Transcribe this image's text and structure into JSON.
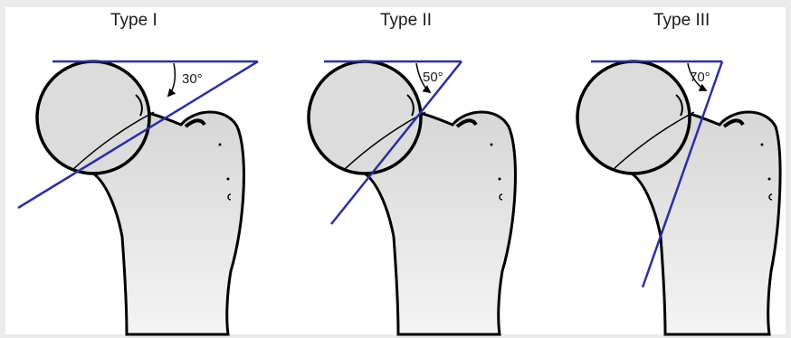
{
  "panels": [
    {
      "title": "Type I",
      "angle_label": "30°"
    },
    {
      "title": "Type II",
      "angle_label": "50°"
    },
    {
      "title": "Type III",
      "angle_label": "70°"
    }
  ],
  "colors": {
    "background": "#ebebeb",
    "bone_fill": "#dcdcdc",
    "outline": "#000000",
    "line": "#2b2fa0"
  }
}
